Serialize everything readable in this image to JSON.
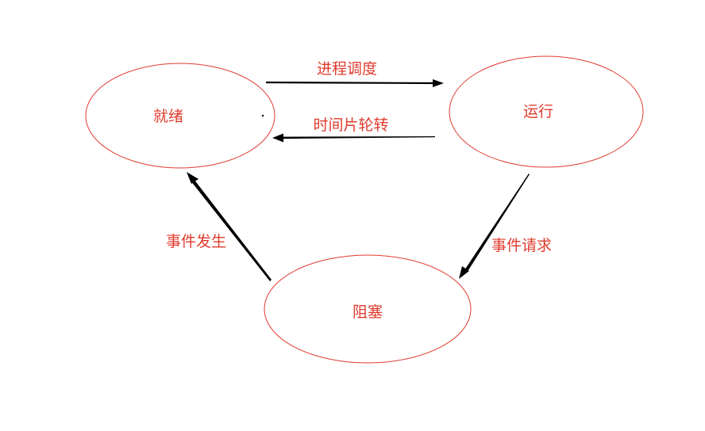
{
  "states": {
    "ready": "就绪",
    "running": "运行",
    "blocked": "阻塞"
  },
  "transitions": {
    "schedule": "进程调度",
    "timeslice": "时间片轮转",
    "event_request": "事件请求",
    "event_occur": "事件发生"
  },
  "colors": {
    "state_outline": "#e03b2e",
    "label_text": "#e03b2e",
    "arrow": "#000000"
  }
}
